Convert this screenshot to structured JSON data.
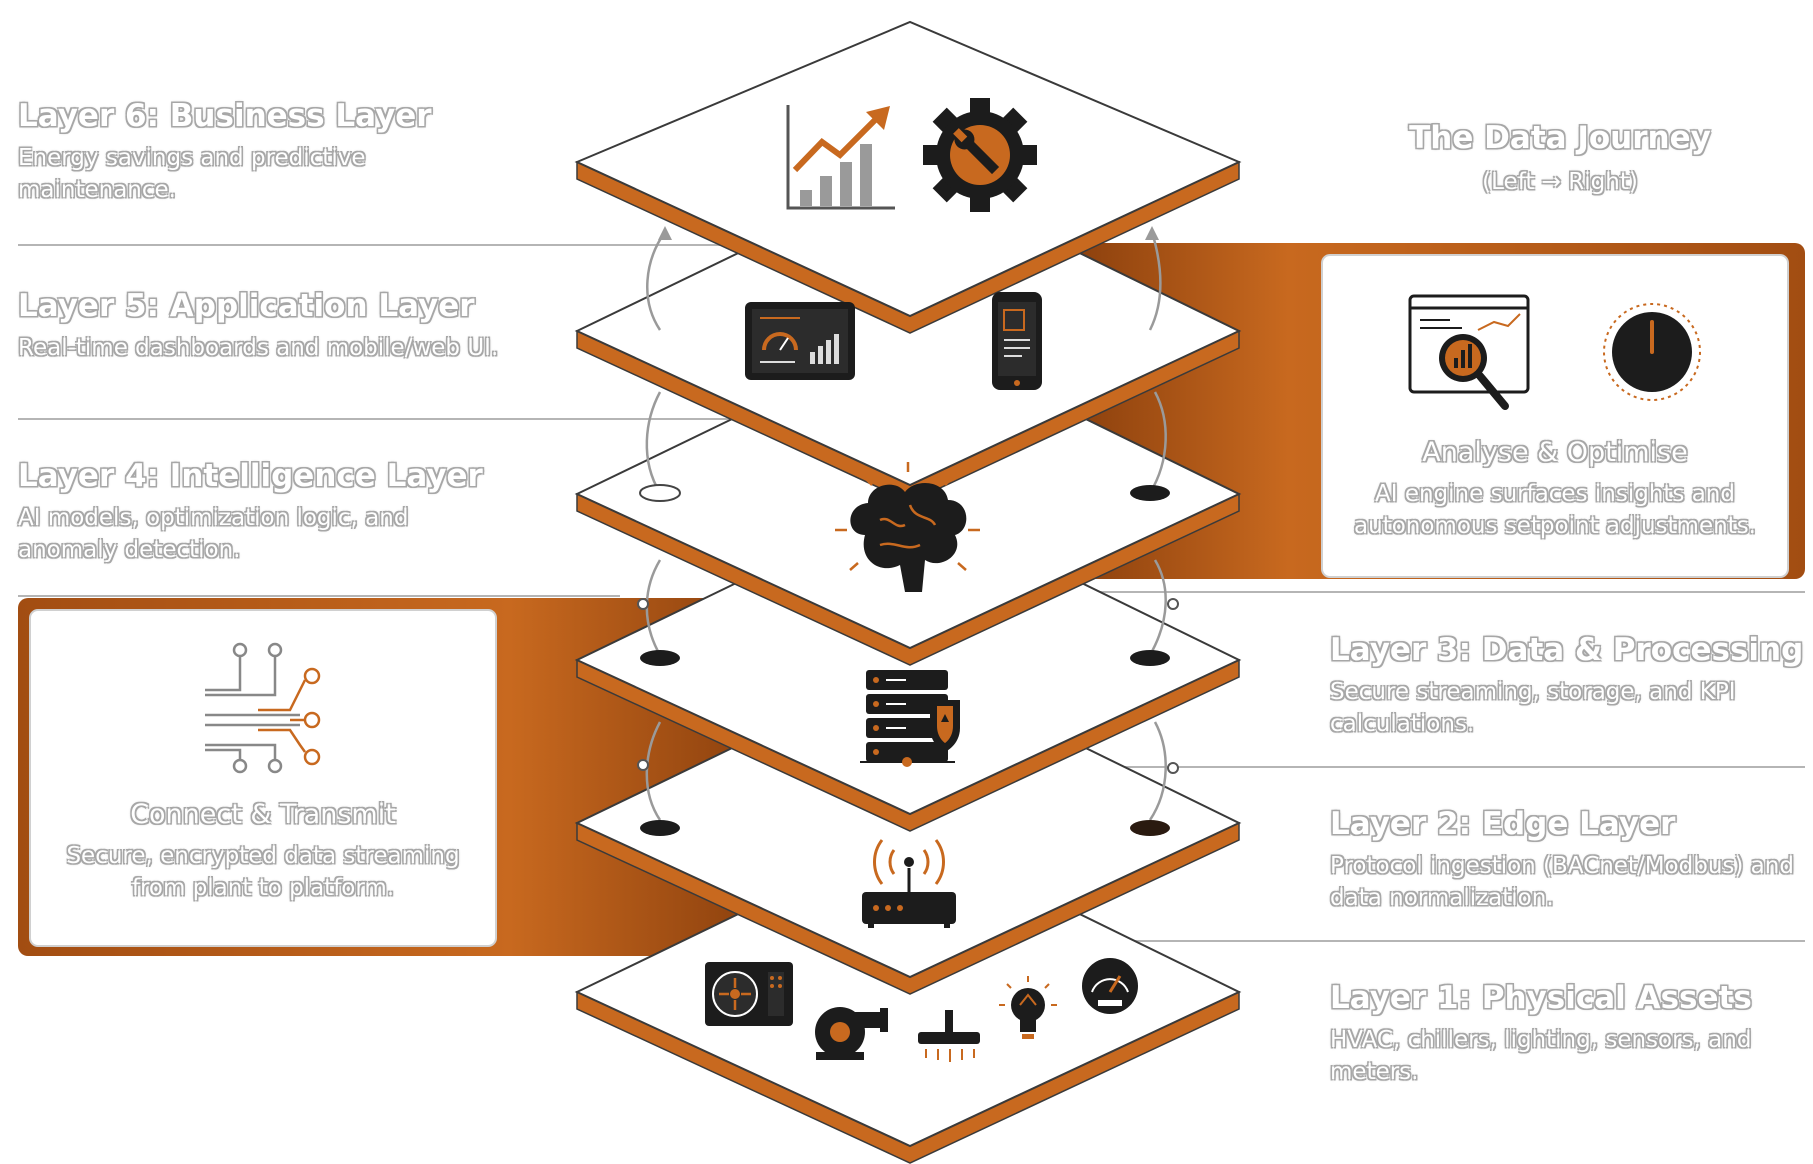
{
  "journey": {
    "title": "The Data Journey",
    "subtitle": "(Left → Right)"
  },
  "layers": [
    {
      "title": "Layer 6: Business Layer",
      "desc": "Energy savings and predictive maintenance."
    },
    {
      "title": "Layer 5: Application Layer",
      "desc": "Real-time dashboards and mobile/web UI."
    },
    {
      "title": "Layer 4: Intelligence Layer",
      "desc": "AI models, optimization logic, and anomaly detection."
    },
    {
      "title": "Layer 3: Data & Processing",
      "desc": "Secure streaming, storage, and KPI calculations."
    },
    {
      "title": "Layer 2: Edge Layer",
      "desc": "Protocol ingestion (BACnet/Modbus) and data normalization."
    },
    {
      "title": "Layer 1: Physical Assets",
      "desc": "HVAC, chillers, lighting, sensors, and meters."
    }
  ],
  "callouts": {
    "left": {
      "title": "Connect & Transmit",
      "desc_line1": "Secure, encrypted data streaming",
      "desc_line2": "from plant to platform.",
      "icon": "circuit-icon"
    },
    "right": {
      "title": "Analyse & Optimise",
      "desc_line1": "AI engine surfaces insights and",
      "desc_line2": "autonomous setpoint adjustments.",
      "icons": [
        "analytics-magnifier-icon",
        "control-dial-icon"
      ]
    }
  },
  "layer_icons": {
    "layer6": [
      "growth-chart-icon",
      "gear-wrench-icon"
    ],
    "layer5": [
      "tablet-dashboard-icon",
      "mobile-phone-icon"
    ],
    "layer4": [
      "brain-icon"
    ],
    "layer3": [
      "server-shield-icon"
    ],
    "layer2": [
      "wireless-router-icon"
    ],
    "layer1": [
      "chiller-unit-icon",
      "pump-icon",
      "lamp-icon",
      "lightbulb-icon",
      "meter-gauge-icon"
    ]
  },
  "colors": {
    "accent": "#c8691f",
    "accent_dark": "#8a3e0c",
    "icon": "#1c1c1c",
    "outline": "#a7a7a7"
  }
}
